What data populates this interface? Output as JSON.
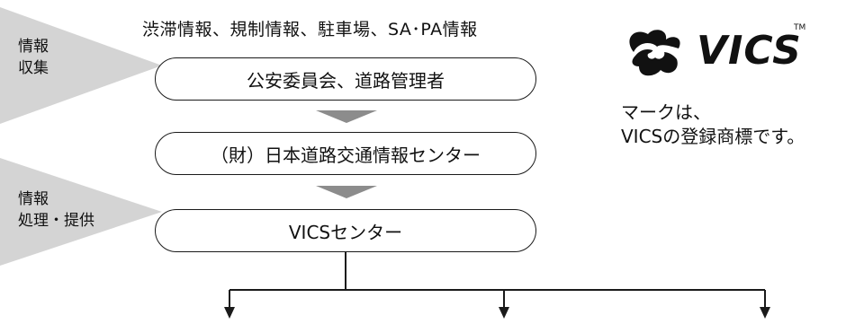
{
  "header": "渋滞情報、規制情報、駐車場、SA･PA情報",
  "stage_collect": {
    "label_line1": "情報",
    "label_line2": "収集"
  },
  "stage_process": {
    "label_line1": "情報",
    "label_line2": "処理・提供"
  },
  "boxes": {
    "police_road": "公安委員会、道路管理者",
    "jartic": "（財）日本道路交通情報センター",
    "vics_center": "VICSセンター"
  },
  "logo": {
    "text": "VICS",
    "tm": "TM"
  },
  "note": {
    "line1": "マークは、",
    "line2": "VICSの登録商標です。"
  },
  "colors": {
    "side_arrow": "#d4d4d4",
    "flow_triangle": "#8c8c8c",
    "line": "#1a1a1a"
  }
}
